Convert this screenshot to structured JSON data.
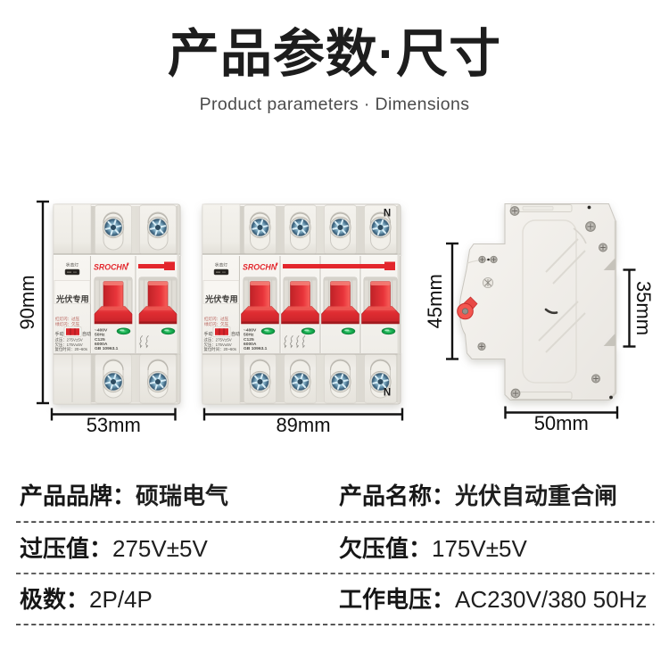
{
  "header": {
    "title": "产品参数·尺寸",
    "subtitle": "Product parameters · Dimensions"
  },
  "product_views": {
    "front": {
      "brand": "SROCHN",
      "neutral_label": "N",
      "module": {
        "status_light": "状态灯",
        "panel_label": "光伏专用",
        "red_led_line": "红灯闪：过压",
        "green_led_line": "绿灯闪：欠压",
        "manual_label": "手动",
        "auto_label": "自动",
        "overvoltage_line": "过压：275V±5V",
        "undervoltage_line": "欠压：175V±5V",
        "reset_time_line": "复位时间：20~60s"
      },
      "ratings": [
        "~400V",
        "50Hz",
        "C125",
        "6000A",
        "GB 10963.1"
      ]
    },
    "dimensions": {
      "front_height": "90mm",
      "front_width_2p": "53mm",
      "front_width_4p": "89mm",
      "side_height": "45mm",
      "side_rail_span": "35mm",
      "side_depth": "50mm"
    }
  },
  "spec_table": {
    "rows": [
      {
        "left": {
          "label": "产品品牌：",
          "value": "硕瑞电气"
        },
        "right": {
          "label": "产品名称：",
          "value": "光伏自动重合闸"
        }
      },
      {
        "left": {
          "label": "过压值：",
          "value": "275V±5V"
        },
        "right": {
          "label": "欠压值：",
          "value": "175V±5V"
        }
      },
      {
        "left": {
          "label": "极数：",
          "value": "2P/4P"
        },
        "right": {
          "label": "工作电压：",
          "value": "AC230V/380 50Hz"
        }
      }
    ]
  },
  "colors": {
    "accent_red": "#e5282e",
    "body_cream": "#f3f1ed",
    "led_green": "#17a64c",
    "screw_blue": "#54809e",
    "title_black": "#1d1d1d",
    "subtitle_gray": "#4b4b4b",
    "dash_line": "#2e2e2e"
  }
}
